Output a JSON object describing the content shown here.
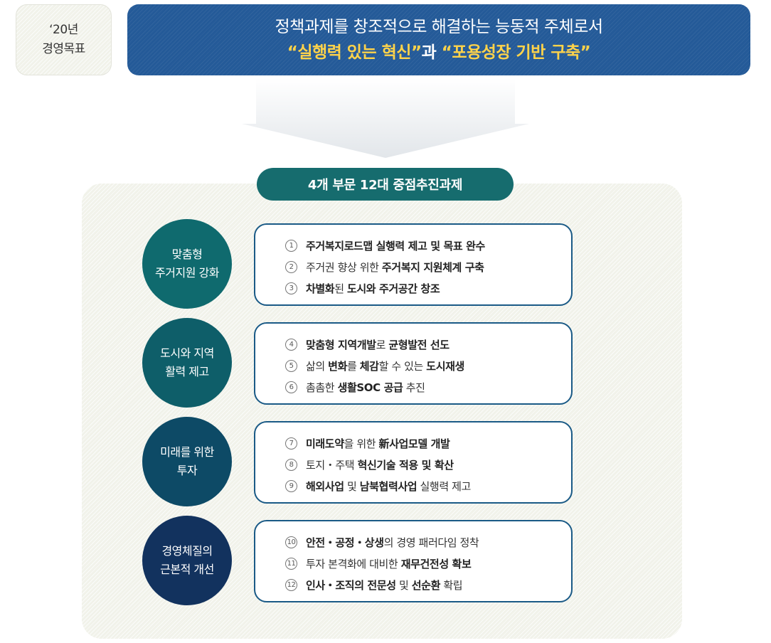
{
  "goal_box": {
    "line1": "‘20년",
    "line2": "경영목표"
  },
  "banner": {
    "line1": "정책과제를 창조적으로 해결하는 능동적 주체로서",
    "line2_part1": "“실행력 있는 혁신”",
    "line2_part2": "과 ",
    "line2_part3": "“포용성장 기반 구축”"
  },
  "section_title": "4개 부문 12대 중점추진과제",
  "colors": {
    "banner": "#245a98",
    "highlight": "#ffd34a",
    "pill": "#166c6e",
    "card_border": "#1a5a86",
    "circles": [
      "#0f6a6e",
      "#0e5e69",
      "#0d4a66",
      "#12325e"
    ]
  },
  "rows": [
    {
      "category": {
        "line1": "맞춤형",
        "line2": "주거지원 강화"
      },
      "items": [
        {
          "num": "1",
          "segments": [
            {
              "text": "주거복지로드맵 실행력 제고 및 목표 완수",
              "bold": true
            }
          ]
        },
        {
          "num": "2",
          "segments": [
            {
              "text": "주거권 향상 위한 ",
              "bold": false
            },
            {
              "text": "주거복지 지원체계 구축",
              "bold": true
            }
          ]
        },
        {
          "num": "3",
          "segments": [
            {
              "text": "차별화",
              "bold": true
            },
            {
              "text": "된 ",
              "bold": false
            },
            {
              "text": "도시와 주거공간 창조",
              "bold": true
            }
          ]
        }
      ]
    },
    {
      "category": {
        "line1": "도시와 지역",
        "line2": "활력 제고"
      },
      "items": [
        {
          "num": "4",
          "segments": [
            {
              "text": "맞춤형 지역개발",
              "bold": true
            },
            {
              "text": "로 ",
              "bold": false
            },
            {
              "text": "균형발전 선도",
              "bold": true
            }
          ]
        },
        {
          "num": "5",
          "segments": [
            {
              "text": "삶의 ",
              "bold": false
            },
            {
              "text": "변화",
              "bold": true
            },
            {
              "text": "를 ",
              "bold": false
            },
            {
              "text": "체감",
              "bold": true
            },
            {
              "text": "할 수 있는 ",
              "bold": false
            },
            {
              "text": "도시재생",
              "bold": true
            }
          ]
        },
        {
          "num": "6",
          "segments": [
            {
              "text": "촘촘한 ",
              "bold": false
            },
            {
              "text": "생활SOC 공급",
              "bold": true
            },
            {
              "text": " 추진",
              "bold": false
            }
          ]
        }
      ]
    },
    {
      "category": {
        "line1": "미래를 위한",
        "line2": "투자"
      },
      "items": [
        {
          "num": "7",
          "segments": [
            {
              "text": "미래도약",
              "bold": true
            },
            {
              "text": "을 위한 ",
              "bold": false
            },
            {
              "text": "新사업모델 개발",
              "bold": true
            }
          ]
        },
        {
          "num": "8",
          "segments": [
            {
              "text": "토지・주택 ",
              "bold": false
            },
            {
              "text": "혁신기술 적용 및 확산",
              "bold": true
            }
          ]
        },
        {
          "num": "9",
          "segments": [
            {
              "text": "해외사업",
              "bold": true
            },
            {
              "text": " 및 ",
              "bold": false
            },
            {
              "text": "남북협력사업",
              "bold": true
            },
            {
              "text": " 실행력 제고",
              "bold": false
            }
          ]
        }
      ]
    },
    {
      "category": {
        "line1": "경영체질의",
        "line2": "근본적 개선"
      },
      "items": [
        {
          "num": "10",
          "segments": [
            {
              "text": "안전・공정・상생",
              "bold": true
            },
            {
              "text": "의 경영 패러다임 정착",
              "bold": false
            }
          ]
        },
        {
          "num": "11",
          "segments": [
            {
              "text": "투자 본격화에 대비한 ",
              "bold": false
            },
            {
              "text": "재무건전성 확보",
              "bold": true
            }
          ]
        },
        {
          "num": "12",
          "segments": [
            {
              "text": "인사・조직의 전문성",
              "bold": true
            },
            {
              "text": " 및 ",
              "bold": false
            },
            {
              "text": "선순환",
              "bold": true
            },
            {
              "text": " 확립",
              "bold": false
            }
          ]
        }
      ]
    }
  ]
}
